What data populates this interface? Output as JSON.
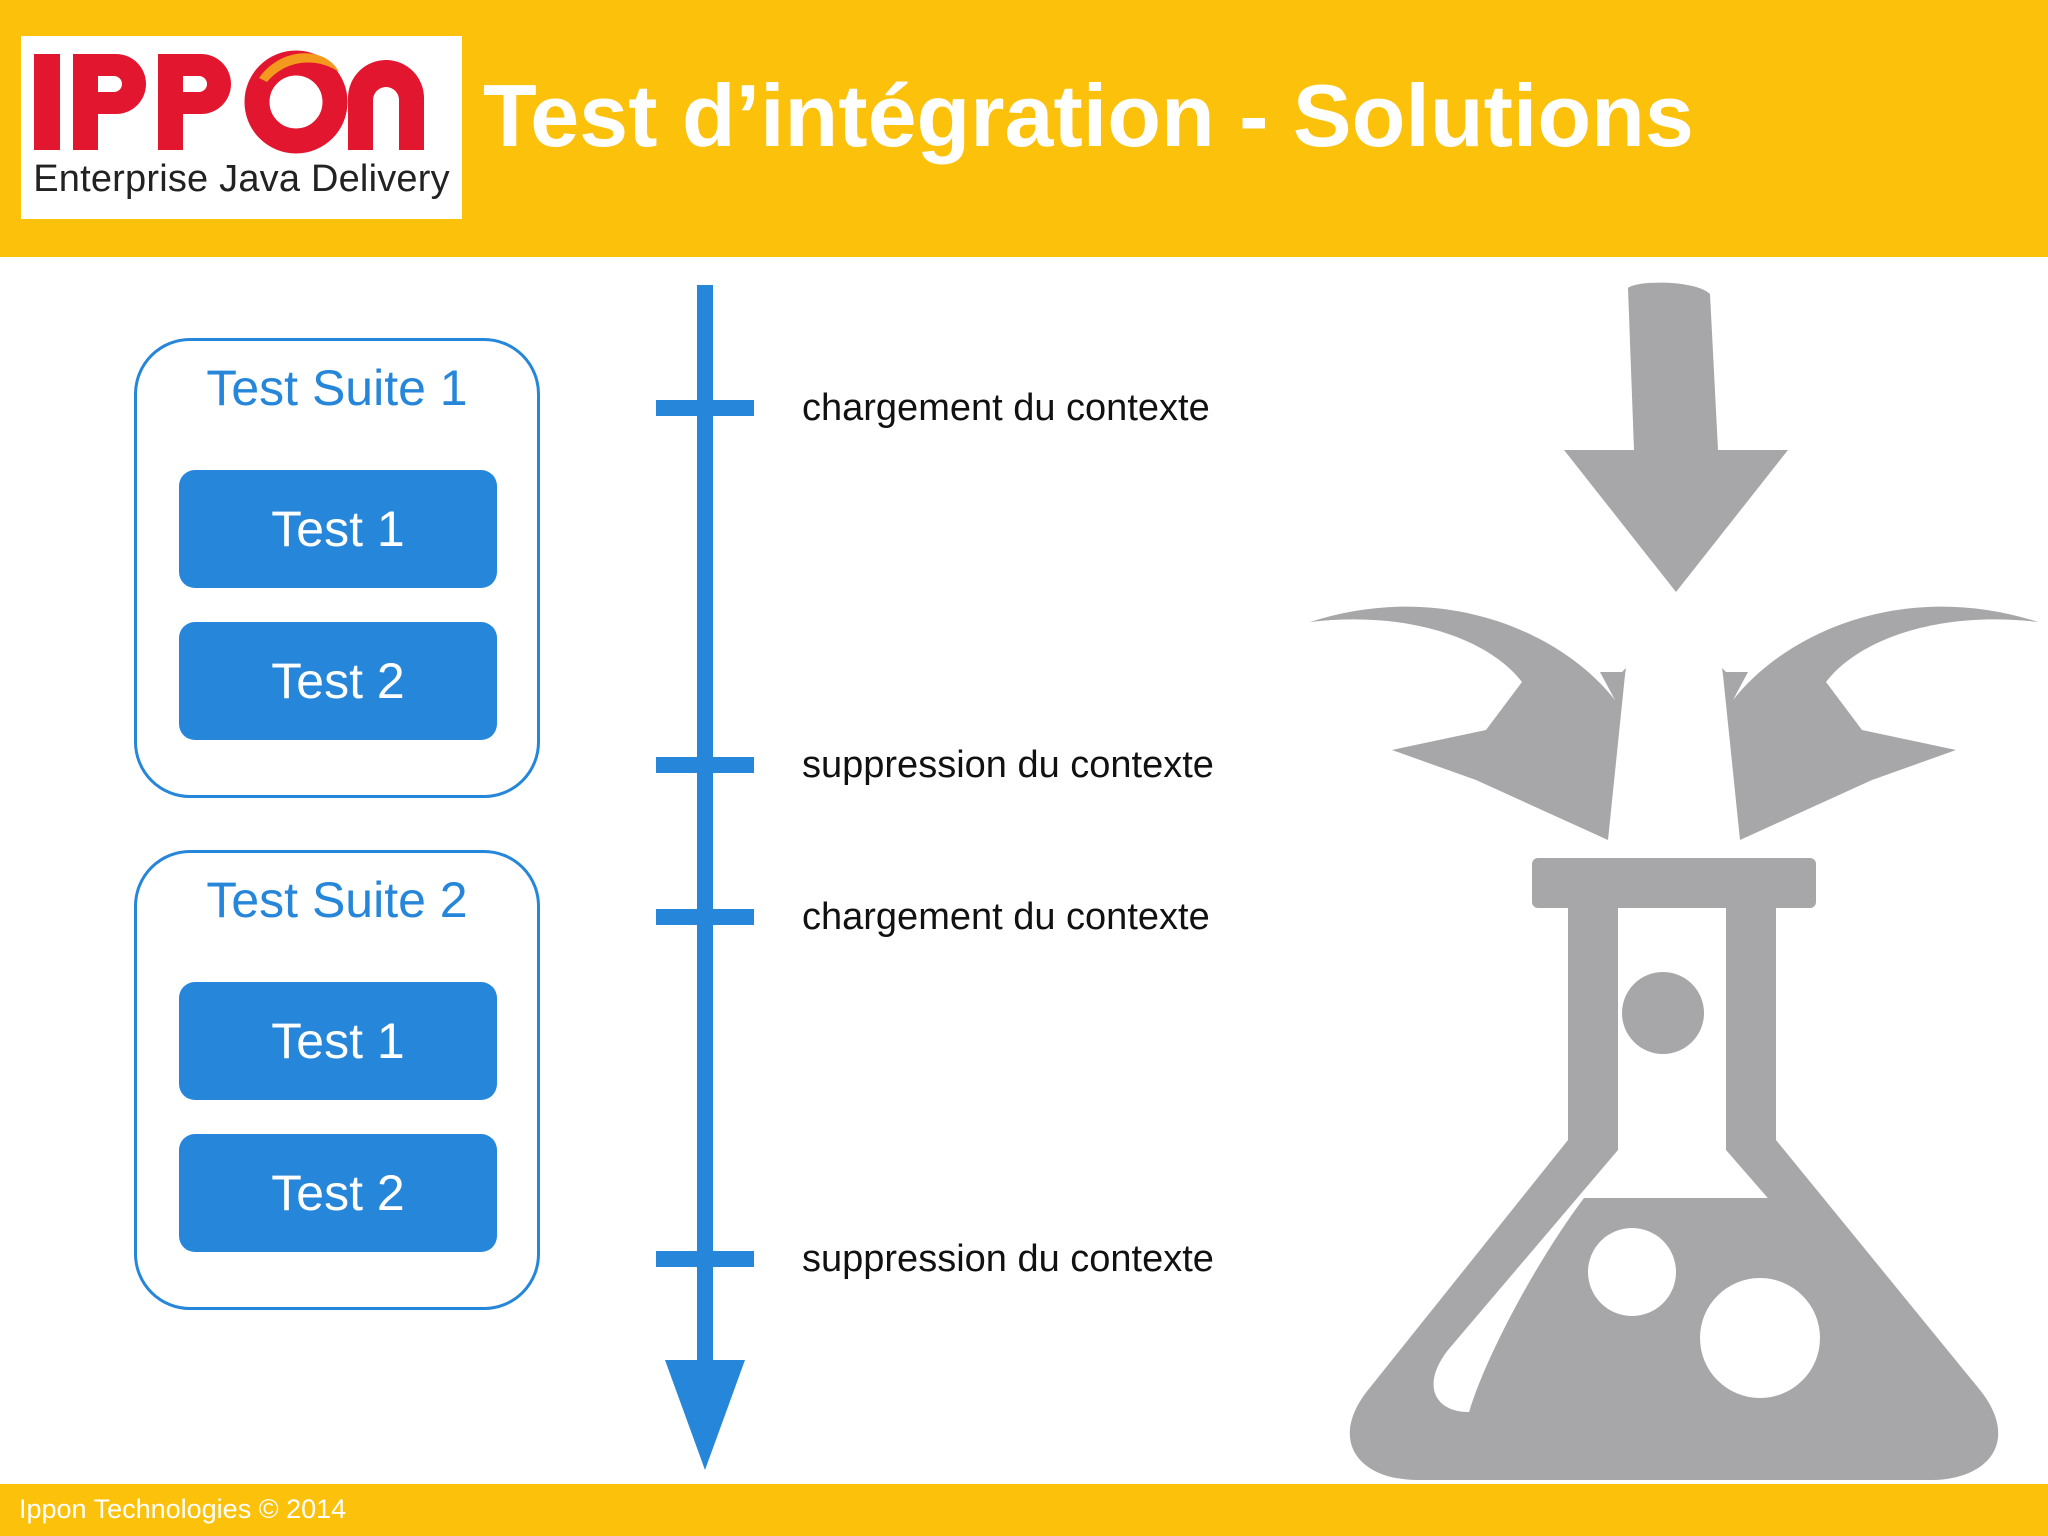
{
  "header": {
    "title": "Test d’intégration - Solutions",
    "background_color": "#FCC10B"
  },
  "logo": {
    "wordmark": "IPPON",
    "tagline": "Enterprise Java Delivery",
    "colors": {
      "wordmark": "#E2162E",
      "swoosh": "#F39A1E"
    }
  },
  "suites": [
    {
      "title": "Test Suite 1",
      "tests": [
        "Test 1",
        "Test 2"
      ]
    },
    {
      "title": "Test Suite 2",
      "tests": [
        "Test 1",
        "Test 2"
      ]
    }
  ],
  "timeline": {
    "steps": [
      "chargement du contexte",
      "suppression du contexte",
      "chargement du contexte",
      "suppression du contexte"
    ],
    "color": "#2686D9"
  },
  "illustration": {
    "icon": "flask-with-converging-arrows-icon",
    "color": "#A7A6A8"
  },
  "footer": {
    "text": "Ippon Technologies © 2014"
  }
}
